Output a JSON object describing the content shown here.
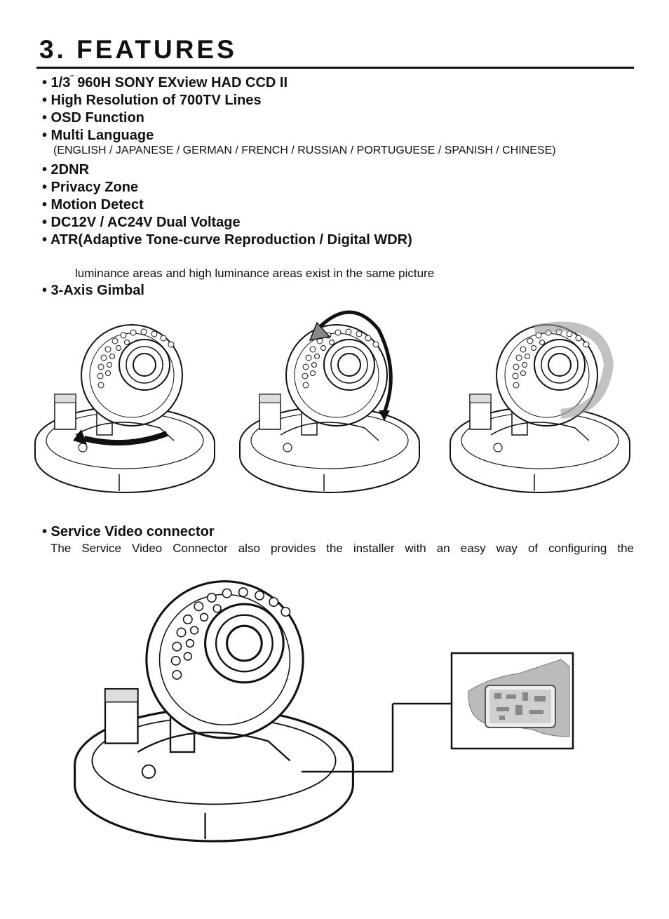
{
  "page": {
    "title": "3. FEATURES"
  },
  "features": [
    {
      "pre": "• 1/3",
      "sup": "˝",
      "post": " 960H SONY EXview HAD CCD II"
    },
    {
      "text": "• High Resolution of 700TV Lines"
    },
    {
      "text": "• OSD Function"
    },
    {
      "text": "• Multi Language"
    }
  ],
  "languages": "(ENGLISH / JAPANESE / GERMAN / FRENCH / RUSSIAN / PORTUGUESE / SPANISH / CHINESE)",
  "features2": [
    "• 2DNR",
    "• Privacy Zone",
    "• Motion Detect",
    "• DC12V / AC24V Dual Voltage",
    "• ATR(Adaptive Tone-curve Reproduction / Digital WDR)"
  ],
  "atr_note": "luminance areas and high luminance areas exist in the same picture",
  "gimbal": {
    "label": "• 3-Axis Gimbal"
  },
  "service": {
    "label": "• Service Video connector",
    "description": "The Service Video Connector also provides the installer with an easy way of configuring the"
  }
}
